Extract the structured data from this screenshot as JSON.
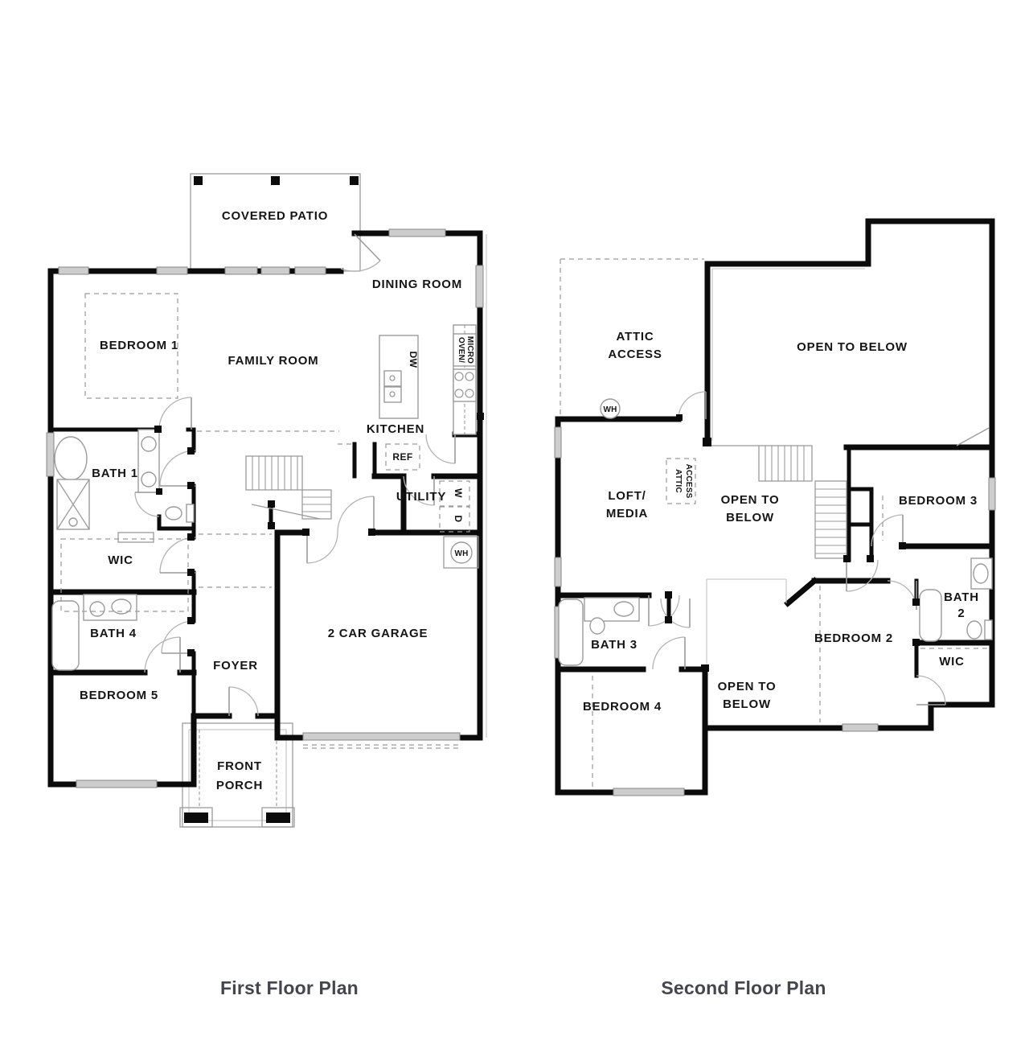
{
  "page": {
    "background": "#ffffff",
    "type": "architectural-floor-plan"
  },
  "colors": {
    "wall": "#0b0b0b",
    "line_gray": "#9b9b9b",
    "window_fill": "#cdcdcd",
    "caption_text": "#45454d"
  },
  "first_floor": {
    "caption": "First Floor Plan",
    "rooms": {
      "covered_patio": "COVERED PATIO",
      "dining_room": "DINING ROOM",
      "bedroom_1": "BEDROOM 1",
      "family_room": "FAMILY ROOM",
      "kitchen": "KITCHEN",
      "bath_1": "BATH 1",
      "wic": "WIC",
      "bath_4": "BATH 4",
      "bedroom_5": "BEDROOM 5",
      "foyer": "FOYER",
      "front_porch_1": "FRONT",
      "front_porch_2": "PORCH",
      "garage": "2 CAR GARAGE",
      "utility": "UTILITY"
    },
    "appliances": {
      "refrigerator": "REF",
      "dishwasher": "DW",
      "oven_micro_1": "OVEN/",
      "oven_micro_2": "MICRO",
      "washer": "W",
      "dryer": "D",
      "water_heater": "WH"
    }
  },
  "second_floor": {
    "caption": "Second Floor Plan",
    "rooms": {
      "attic_access_1": "ATTIC",
      "attic_access_2": "ACCESS",
      "open_to_below_main": "OPEN TO BELOW",
      "loft_media_1": "LOFT/",
      "loft_media_2": "MEDIA",
      "attic_access_door_1": "ATTIC",
      "attic_access_door_2": "ACCESS",
      "open_to_below_stairs_1": "OPEN TO",
      "open_to_below_stairs_2": "BELOW",
      "bedroom_3": "BEDROOM 3",
      "bath_2_1": "BATH",
      "bath_2_2": "2",
      "wic": "WIC",
      "bedroom_2": "BEDROOM 2",
      "open_to_below_lower_1": "OPEN TO",
      "open_to_below_lower_2": "BELOW",
      "bath_3": "BATH 3",
      "bedroom_4": "BEDROOM 4"
    },
    "appliances": {
      "water_heater": "WH"
    }
  }
}
